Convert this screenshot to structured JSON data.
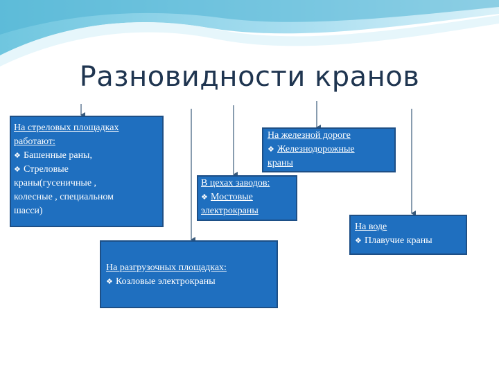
{
  "title": "Разновидности кранов",
  "bullet_glyph": "❖",
  "boxes": {
    "boom": {
      "header1": "На стреловых площадках",
      "header2": "работают:",
      "item1": "Башенные раны,",
      "item2a": "Стреловые",
      "item2b": "краны(гусеничные ,",
      "item2c": "колесные , специальном",
      "item2d": "шасси)"
    },
    "railway": {
      "header": "На железной дороге",
      "item1a": "Железнодорожные",
      "item1b": "краны"
    },
    "workshop": {
      "header": "В цехах заводов:",
      "item1a": "Мостовые",
      "item1b": "электрокраны"
    },
    "water": {
      "header": "На воде",
      "item1": "Плавучие краны"
    },
    "unloading": {
      "header": "На разгрузочных площадках:",
      "item1": "Козловые электрокраны"
    }
  },
  "colors": {
    "box_fill": "#1f6fbf",
    "box_border": "#1d4f86",
    "title": "#1f3550",
    "arrow": "#3a5a7a"
  }
}
